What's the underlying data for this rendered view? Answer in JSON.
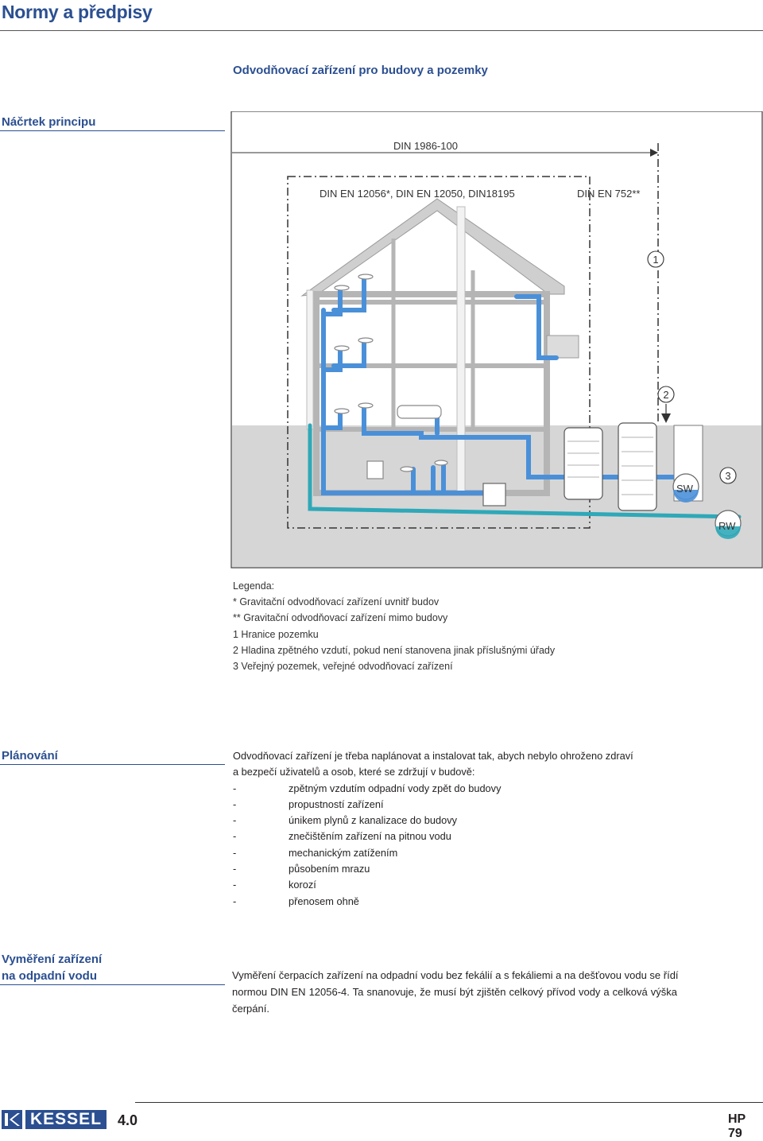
{
  "header": {
    "title": "Normy a předpisy"
  },
  "doc_title": "Odvodňovací zařízení pro budovy a pozemky",
  "sections": {
    "sketch": {
      "label": "Náčrtek principu"
    },
    "planning": {
      "label": "Plánování",
      "intro_line1": "Odvodňovací zařízení je třeba naplánovat a instalovat tak, abych nebylo ohroženo zdraví",
      "intro_line2": "a bezpečí uživatelů a osob, které se zdržují  v budově:",
      "items": [
        "zpětným vzdutím odpadní vody zpět do budovy",
        "propustností zařízení",
        "únikem plynů z kanalizace do budovy",
        "znečištěním zařízení na pitnou vodu",
        "mechanickým zatížením",
        "působením mrazu",
        "korozí",
        "přenosem ohně"
      ]
    },
    "sizing": {
      "label_line1": "Vyměření zařízení",
      "label_line2": "na odpadní vodu",
      "text_line1": "Vyměření čerpacích zařízení na odpadní vodu bez fekálií a s fekáliemi a na dešťovou vodu se řídí",
      "text_line2": "normou DIN EN 12056-4. Ta snanovuje, že musí být zjištěn celkový přívod vody a celková výška",
      "text_line3": "čerpání."
    }
  },
  "diagram": {
    "label_din1986": "DIN 1986-100",
    "label_din_en_12056": "DIN EN 12056*, DIN EN 12050, DIN18195",
    "label_din_en_752": "DIN EN 752**",
    "marker1": "1",
    "marker2": "2",
    "marker3": "3",
    "label_sw": "SW",
    "label_rw": "RW",
    "colors": {
      "pipe_blue": "#4a90d9",
      "pipe_teal": "#2fa8b8",
      "ground": "#d6d6d6",
      "building_wall": "#c9c9c9"
    }
  },
  "legend": {
    "title": "Legenda:",
    "line1": "* Gravitační odvodňovací zařízení uvnitř budov",
    "line2": "** Gravitační odvodňovací zařízení mimo budovy",
    "line3": "1 Hranice pozemku",
    "line4": "2 Hladina zpětného vzdutí, pokud není stanovena jinak příslušnými úřady",
    "line5": "3 Veřejný pozemek, veřejné odvodňovací zařízení"
  },
  "footer": {
    "brand": "KESSEL",
    "section_number": "4.0",
    "page_number": "HP 79"
  }
}
